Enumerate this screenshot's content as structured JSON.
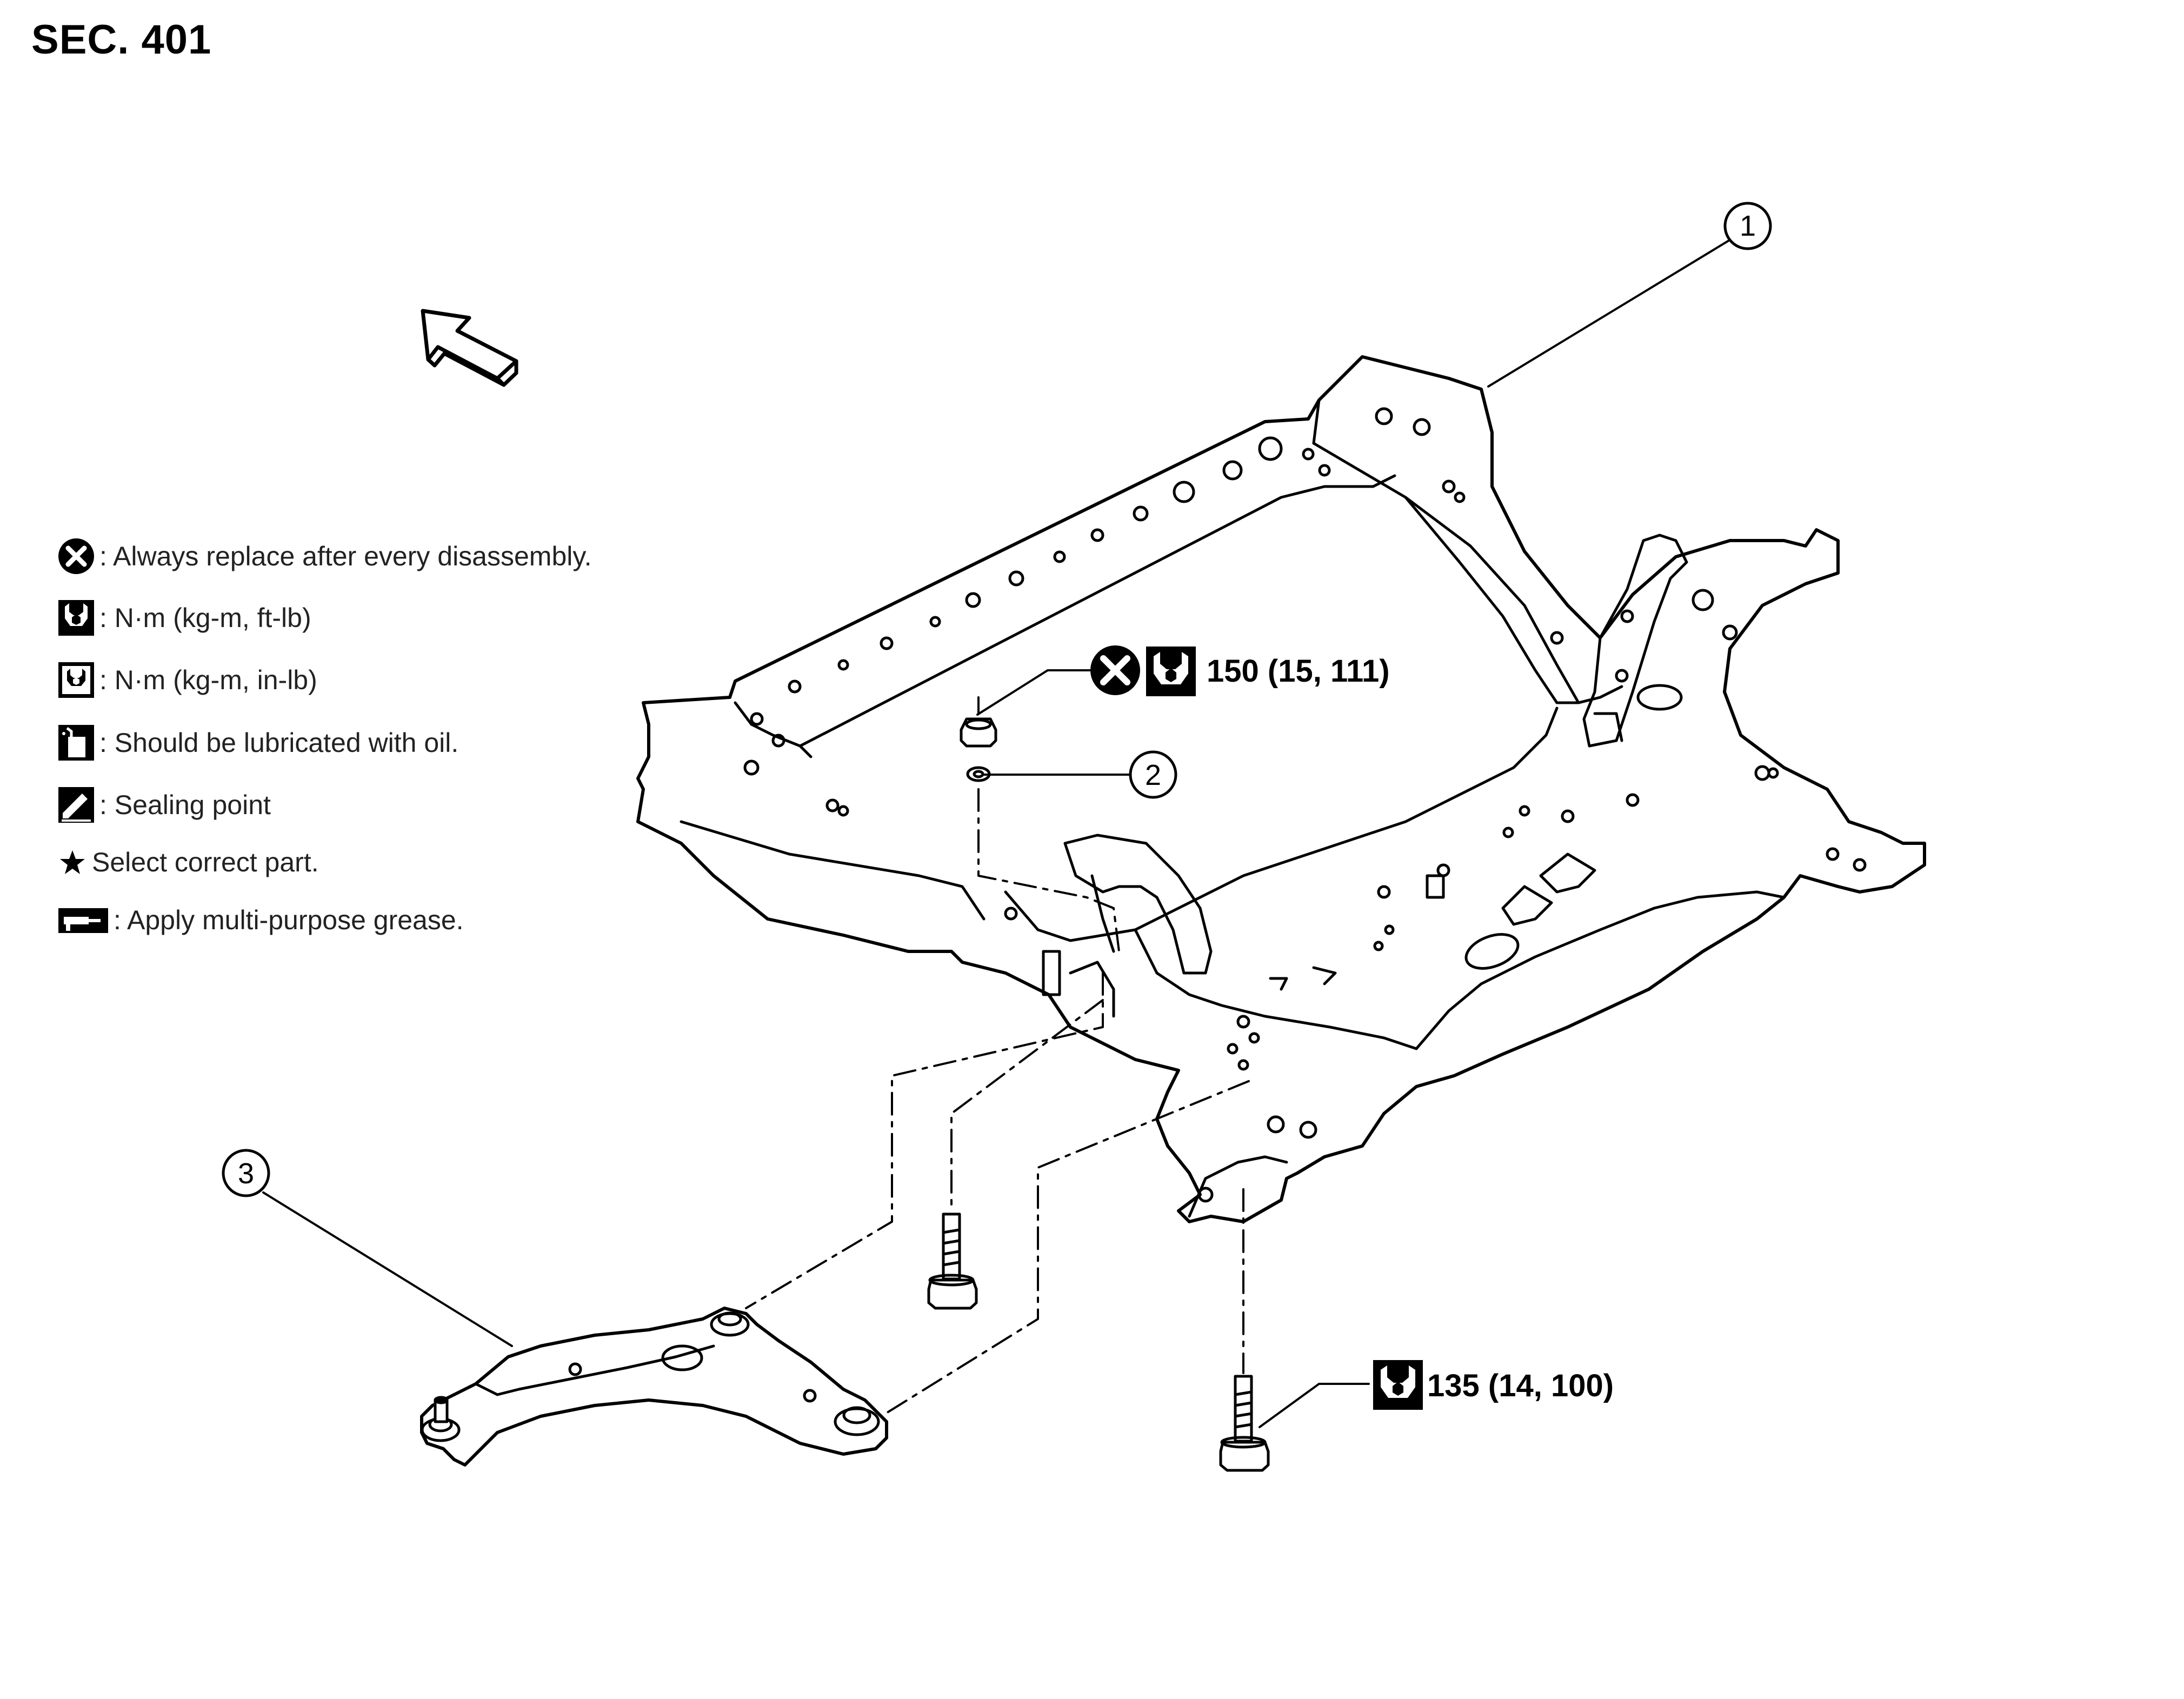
{
  "section_label": "SEC. 401",
  "legend": [
    {
      "icon": "always-replace-icon",
      "text": ": Always replace after every disassembly."
    },
    {
      "icon": "torque-wrench-icon",
      "text": ": N·m (kg-m, ft-lb)"
    },
    {
      "icon": "torque-wrench-small-icon",
      "text": ": N·m (kg-m, in-lb)"
    },
    {
      "icon": "oil-can-icon",
      "text": ": Should be lubricated with oil."
    },
    {
      "icon": "sealing-point-icon",
      "text": ": Sealing point"
    },
    {
      "icon": "star-icon",
      "text": "Select correct part."
    },
    {
      "icon": "grease-gun-icon",
      "text": ": Apply multi-purpose grease."
    }
  ],
  "callouts": [
    {
      "number": "1"
    },
    {
      "number": "2"
    },
    {
      "number": "3"
    }
  ],
  "torque_specs": [
    {
      "value": "150 (15, 111)"
    },
    {
      "value": "135 (14, 100)"
    }
  ],
  "front_arrow_icon": "front-direction-arrow-icon"
}
